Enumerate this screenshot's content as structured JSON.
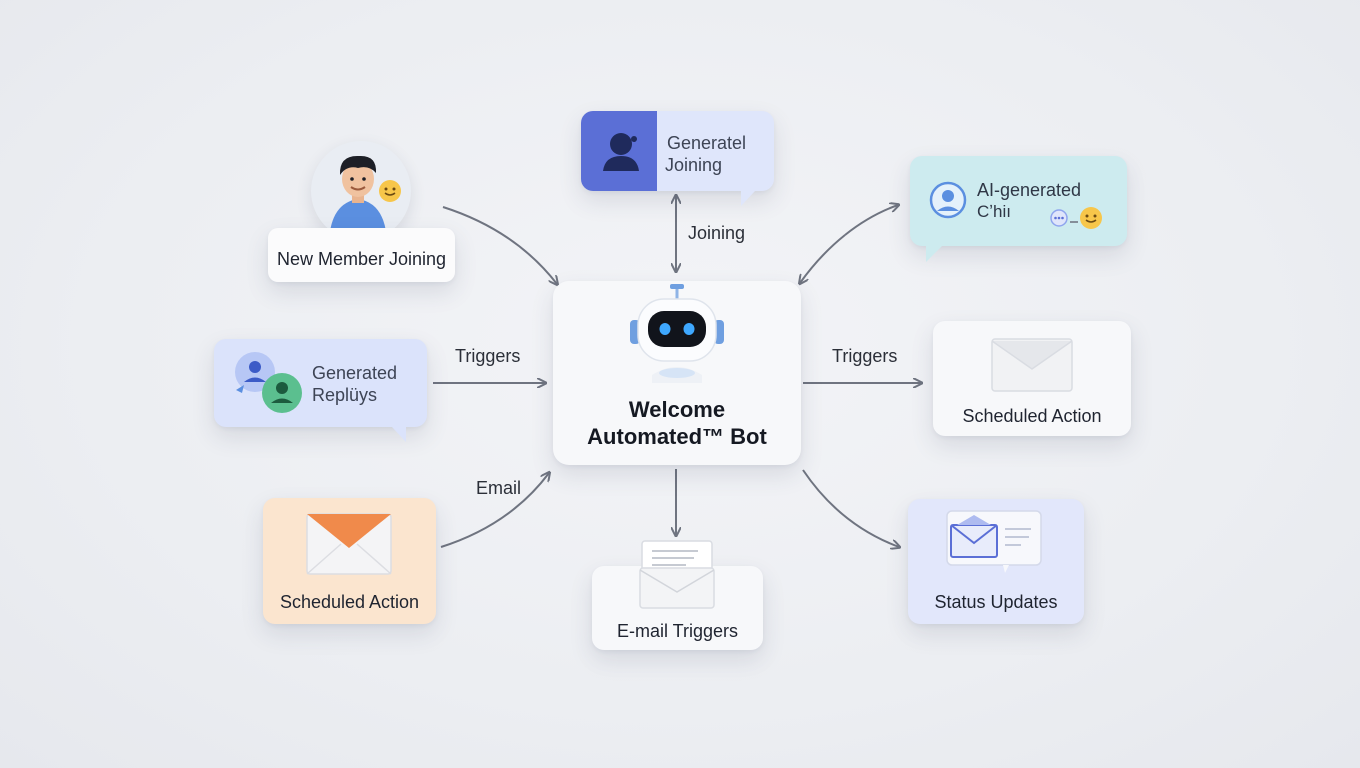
{
  "center": {
    "title_line1": "Welcome",
    "title_line2": "Automated™ Bot"
  },
  "nodes": {
    "new_member": {
      "label": "New Member Joining"
    },
    "generated_joining": {
      "line1": "Generatel",
      "line2": "Joining"
    },
    "ai_chat": {
      "line1": "AI-generated",
      "line2": "Cʼhiı"
    },
    "generated_replies": {
      "line1": "Generated",
      "line2": "Replüys"
    },
    "scheduled_action_right": {
      "label": "Scheduled Action"
    },
    "scheduled_action_left": {
      "label": "Scheduled Action"
    },
    "email_triggers": {
      "label": "E-mail Triggers"
    },
    "status_updates": {
      "label": "Status Updates"
    }
  },
  "edge_labels": {
    "joining": "Joining",
    "triggers_left": "Triggers",
    "triggers_right": "Triggers",
    "email": "Email"
  },
  "colors": {
    "accent_blue": "#5b6fd6",
    "orange": "#f08a4b",
    "teal_card": "#cdebef",
    "blue_card": "#dbe3fb",
    "peach_card": "#fbe5cf",
    "arrow": "#6f7480"
  }
}
